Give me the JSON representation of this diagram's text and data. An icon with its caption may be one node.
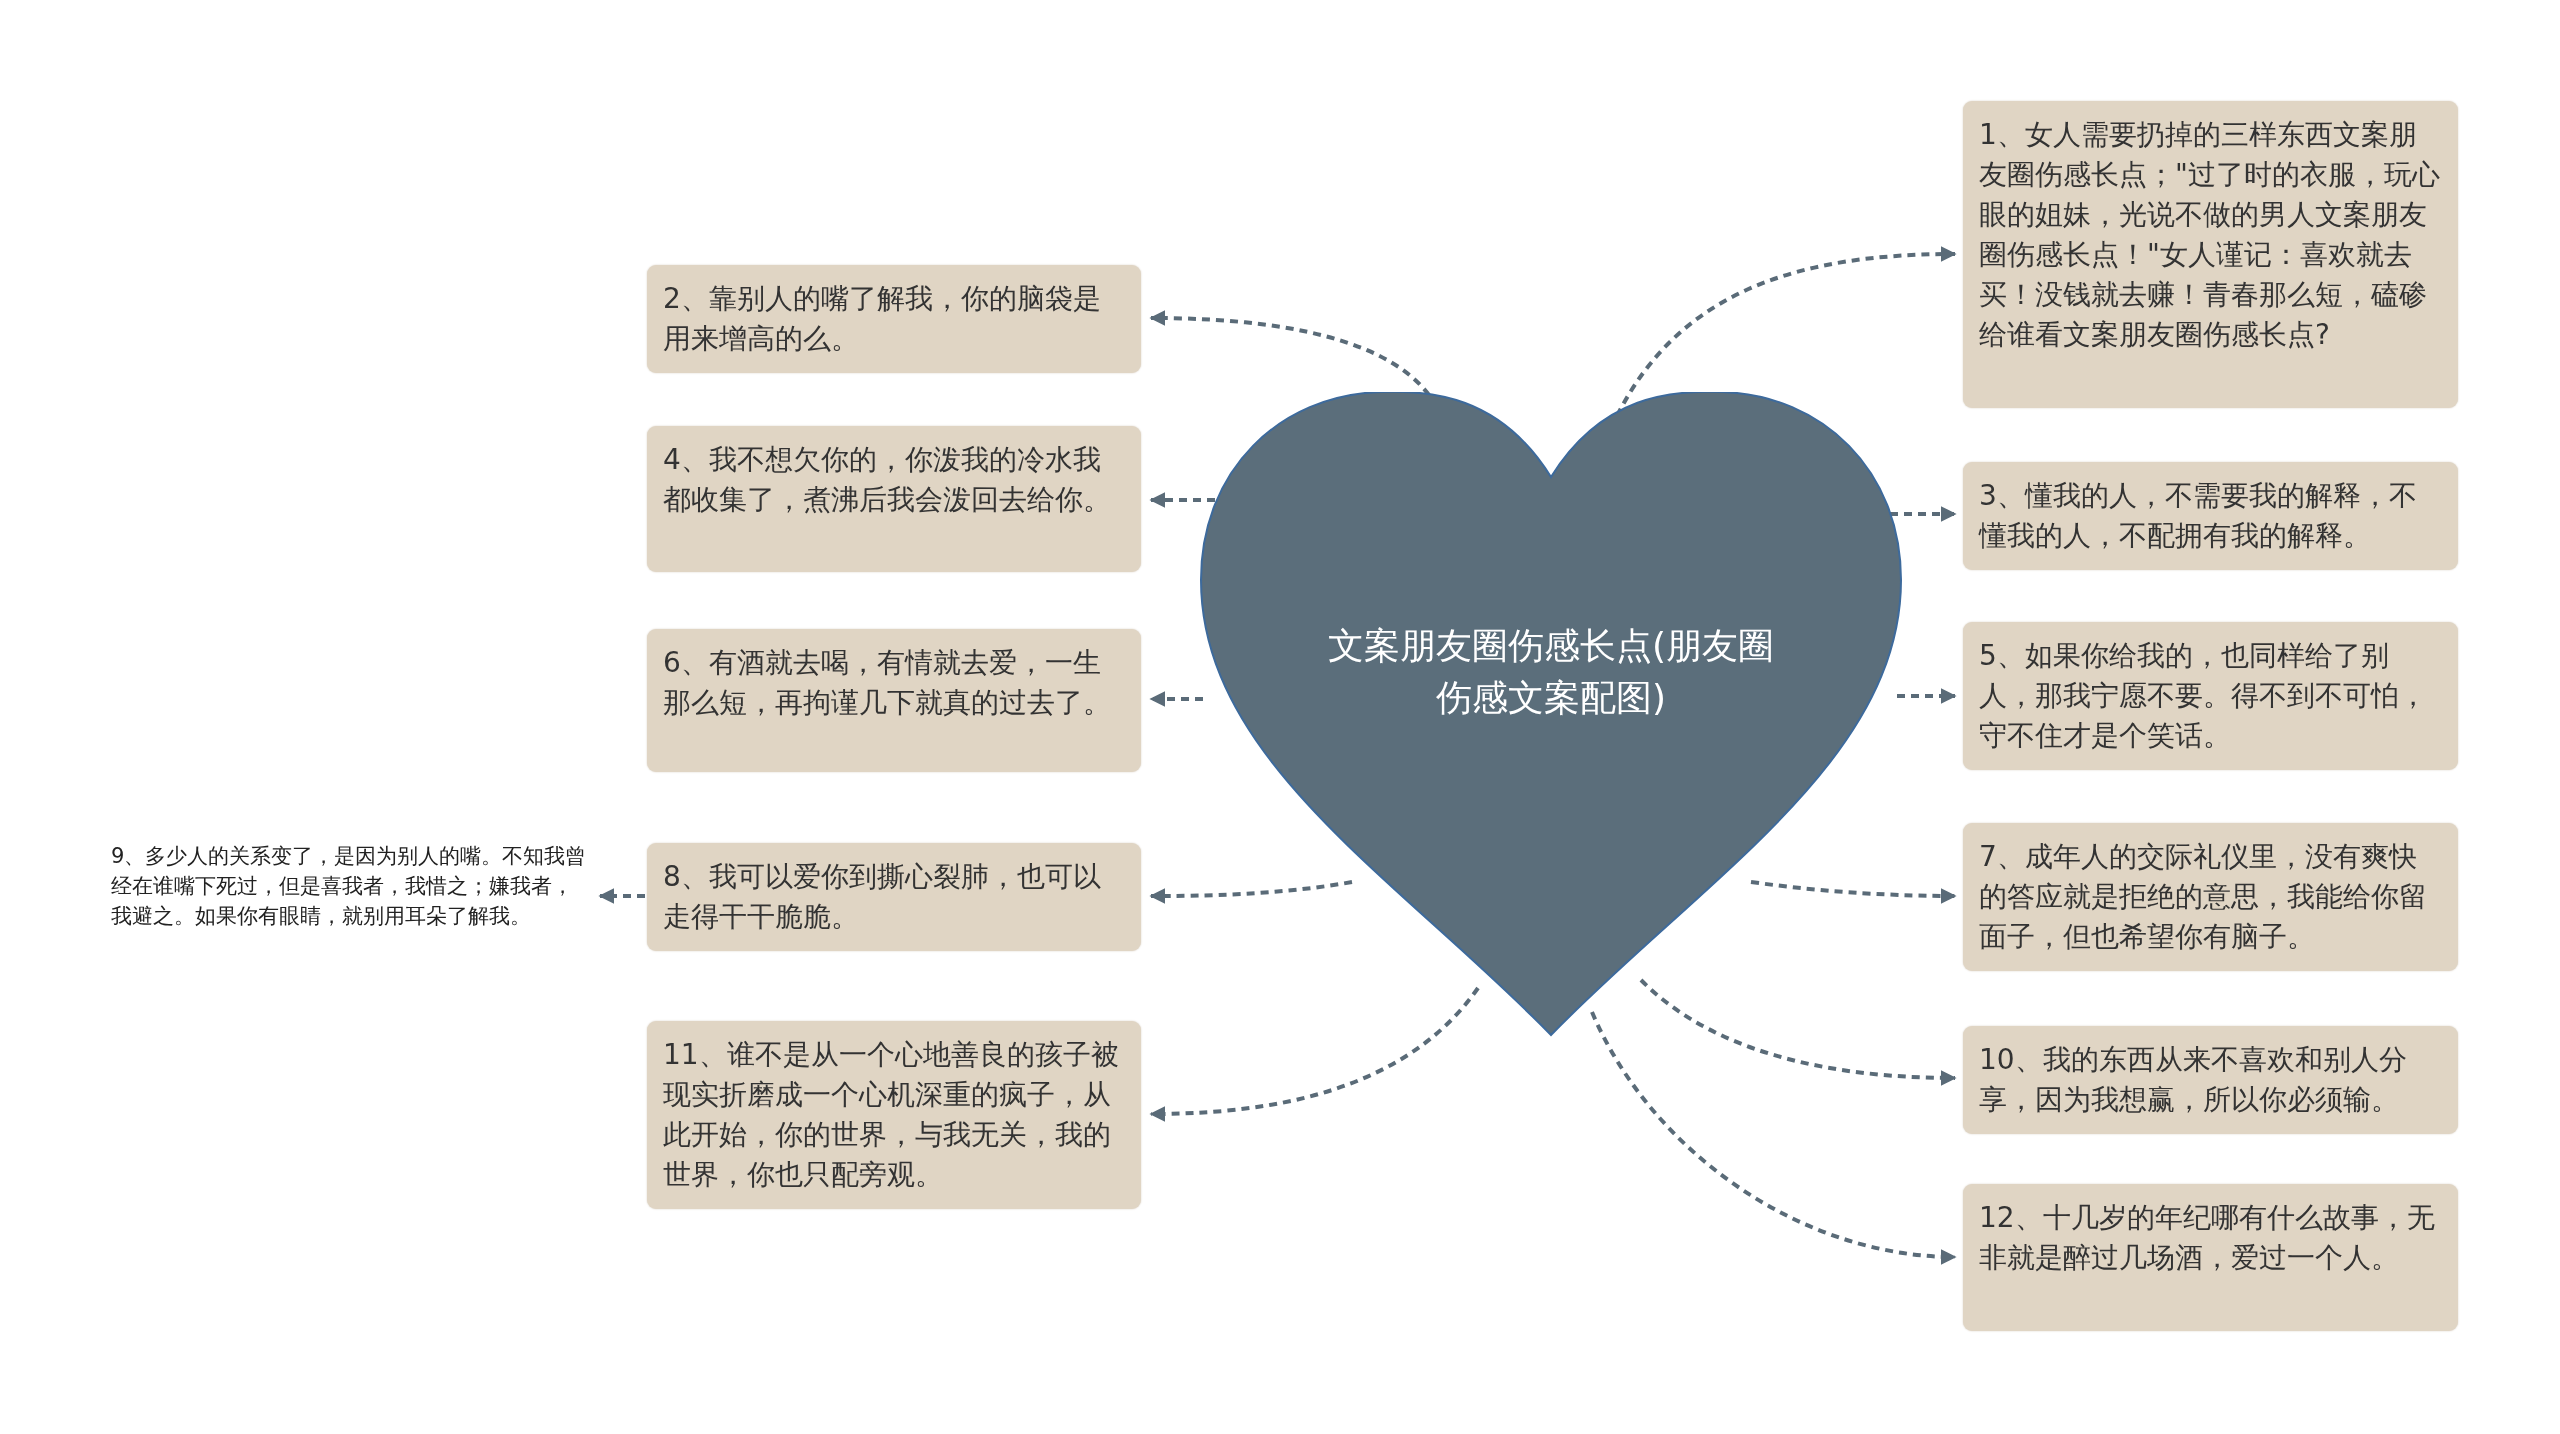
{
  "diagram": {
    "nodes": [
      {
        "text": [
          "文案朋友圈伤感长点(朋友圈伤感文案配图)"
        ]
      },
      {
        "text": [
          "1、女人需要扔掉的三样东西文案朋友圈伤感长点；\"过了时的衣服，玩心眼的姐妹，光说不做的男人文案朋友圈伤感长点！\"女人谨记：喜欢就去买！没钱就去赚！青春那么短，磕碜给谁看文案朋友圈伤感长点?"
        ]
      },
      {
        "text": [
          "2、靠别人的嘴了解我，你的脑袋是用来增高的么。"
        ]
      },
      {
        "text": [
          "3、懂我的人，不需要我的解释，不懂我的人，不配拥有我的解释。"
        ]
      },
      {
        "text": [
          "4、我不想欠你的，你泼我的冷水我都收集了，煮沸后我会泼回去给你。"
        ]
      },
      {
        "text": [
          "5、如果你给我的，也同样给了别人，那我宁愿不要。得不到不可怕，守不住才是个笑话。"
        ]
      },
      {
        "text": [
          "6、有酒就去喝，有情就去爱，一生那么短，再拘谨几下就真的过去了。"
        ]
      },
      {
        "text": [
          "7、成年人的交际礼仪里，没有爽快的答应就是拒绝的意思，我能给你留面子，但也希望你有脑子。"
        ]
      },
      {
        "text": [
          "8、我可以爱你到撕心裂肺，也可以走得干干脆脆。"
        ]
      },
      {
        "text": [
          "9、多少人的关系变了，是因为别人的嘴。不知我曾经在谁嘴下死过，但是喜我者，我惜之；嫌我者，我避之。如果你有眼睛，就别用耳朵了解我。"
        ]
      },
      {
        "text": [
          "10、我的东西从来不喜欢和别人分享，因为我想赢，所以你必须输。"
        ]
      },
      {
        "text": [
          "11、谁不是从一个心地善良的孩子被现实折磨成一个心机深重的疯子，从此开始，你的世界，与我无关，我的世界，你也只配旁观。"
        ]
      },
      {
        "text": [
          "12、十几岁的年纪哪有什么故事，无非就是醉过几场酒，爱过一个人。"
        ]
      }
    ],
    "edges": [
      {
        "from": 0,
        "to": 1,
        "arrow": "to",
        "style": "dashed"
      },
      {
        "from": 0,
        "to": 2,
        "arrow": "to",
        "style": "dashed"
      },
      {
        "from": 0,
        "to": 3,
        "arrow": "to",
        "style": "dashed"
      },
      {
        "from": 0,
        "to": 4,
        "arrow": "to",
        "style": "dashed"
      },
      {
        "from": 0,
        "to": 5,
        "arrow": "to",
        "style": "dashed"
      },
      {
        "from": 0,
        "to": 6,
        "arrow": "to",
        "style": "dashed"
      },
      {
        "from": 0,
        "to": 7,
        "arrow": "to",
        "style": "dashed"
      },
      {
        "from": 0,
        "to": 8,
        "arrow": "to",
        "style": "dashed"
      },
      {
        "from": 8,
        "to": 9,
        "arrow": "to",
        "style": "dashed"
      },
      {
        "from": 0,
        "to": 10,
        "arrow": "to",
        "style": "dashed"
      },
      {
        "from": 0,
        "to": 11,
        "arrow": "to",
        "style": "dashed"
      },
      {
        "from": 0,
        "to": 12,
        "arrow": "to",
        "style": "dashed"
      }
    ]
  }
}
